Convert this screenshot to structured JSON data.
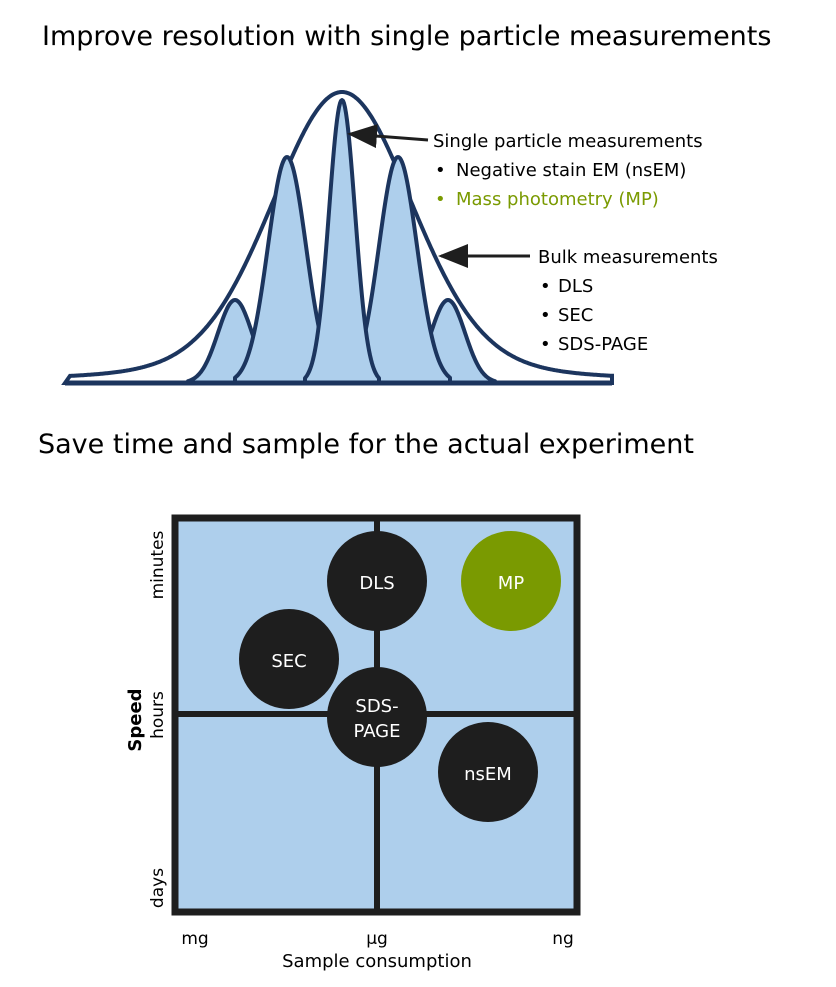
{
  "colors": {
    "navy": "#1c355e",
    "light_blue": "#aecfec",
    "green": "#7a9a01",
    "black": "#1e1e1e"
  },
  "section1": {
    "title": "Improve resolution with single particle measurements",
    "single": {
      "heading": "Single particle measurements",
      "items": [
        "Negative stain EM (nsEM)",
        "Mass photometry (MP)"
      ]
    },
    "bulk": {
      "heading": "Bulk measurements",
      "items": [
        "DLS",
        "SEC",
        "SDS-PAGE"
      ]
    },
    "bullet": "•"
  },
  "section2": {
    "title": "Save time and sample for the actual experiment",
    "y_axis": {
      "label": "Speed",
      "ticks": [
        "minutes",
        "hours",
        "days"
      ]
    },
    "x_axis": {
      "label": "Sample consumption",
      "ticks": [
        "mg",
        "µg",
        "ng"
      ]
    },
    "methods": [
      {
        "name": "DLS",
        "line2": "",
        "highlight": false
      },
      {
        "name": "MP",
        "line2": "",
        "highlight": true
      },
      {
        "name": "SEC",
        "line2": "",
        "highlight": false
      },
      {
        "name": "SDS-",
        "line2": "PAGE",
        "highlight": false
      },
      {
        "name": "nsEM",
        "line2": "",
        "highlight": false
      }
    ]
  }
}
